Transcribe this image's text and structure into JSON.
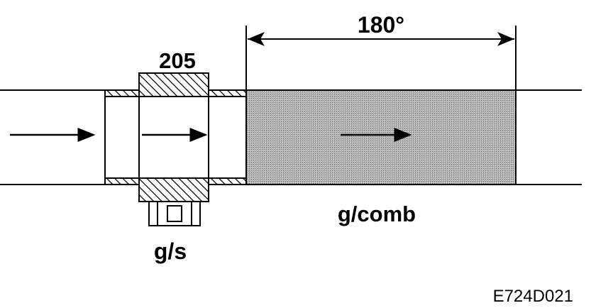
{
  "labels": {
    "angle": "180°",
    "sensor_number": "205",
    "sensor_name": "g/s",
    "combustion_label": "g/comb",
    "figure_code": "E724D021"
  },
  "colors": {
    "line": "#000000",
    "combustion_fill": "#a8a8a8",
    "background": "#ffffff"
  }
}
